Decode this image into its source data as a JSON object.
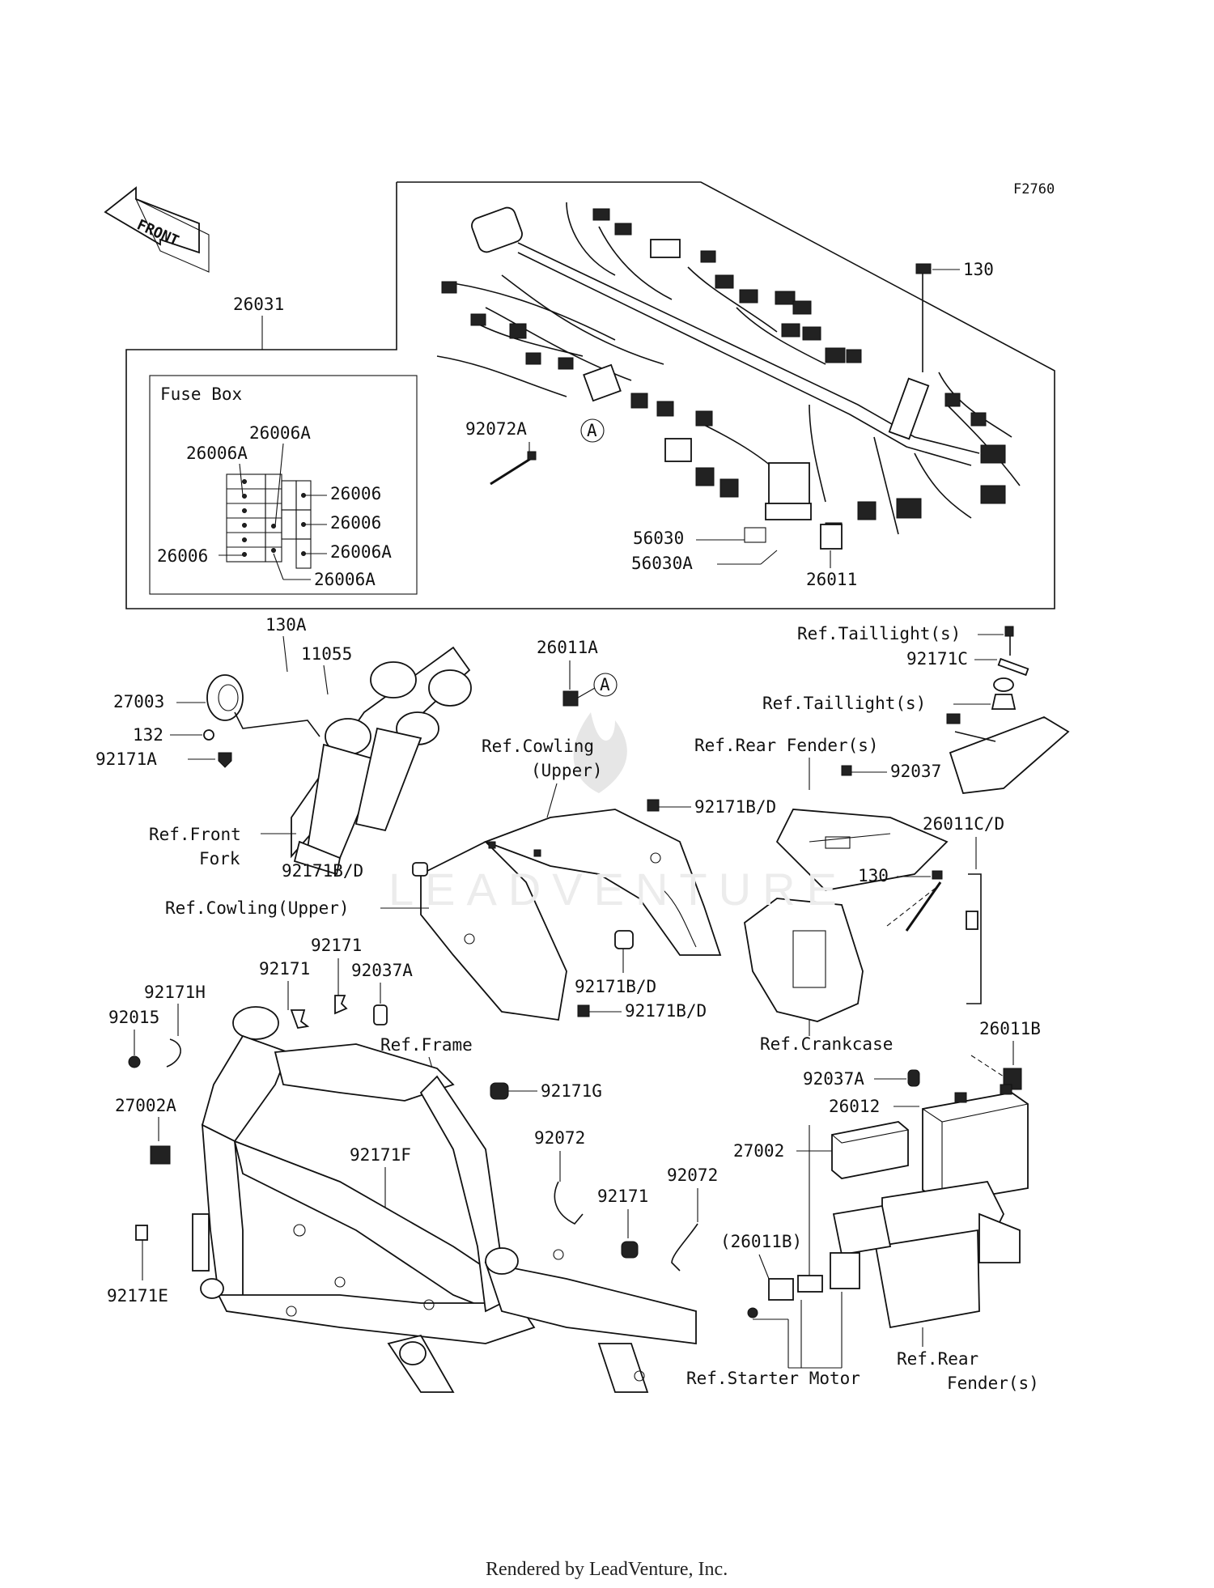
{
  "figure_code": "F2760",
  "front_arrow_label": "FRONT",
  "fuse_box_title": "Fuse Box",
  "watermark": "LEADVENTURE",
  "footer": "Rendered by LeadVenture, Inc.",
  "labels": {
    "p26031": "26031",
    "p130_top": "130",
    "p92072A": "92072A",
    "callout_a": "A",
    "p56030": "56030",
    "p56030A": "56030A",
    "p26011": "26011",
    "fb_26006A_a": "26006A",
    "fb_26006A_b": "26006A",
    "fb_26006_r1": "26006",
    "fb_26006_r2": "26006",
    "fb_26006A_r3": "26006A",
    "fb_26006_l": "26006",
    "fb_26006A_bottom": "26006A",
    "p130A": "130A",
    "p11055": "11055",
    "p27003": "27003",
    "p132": "132",
    "p92171A": "92171A",
    "ref_front_fork_1": "Ref.Front",
    "ref_front_fork_2": "Fork",
    "p26011A": "26011A",
    "callout_a2": "A",
    "ref_cowling_upper_1": "Ref.Cowling",
    "ref_cowling_upper_2": "(Upper)",
    "p92171BD_1": "92171B/D",
    "p92171BD_2": "92171B/D",
    "ref_cowling_upper_side": "Ref.Cowling(Upper)",
    "p92171BD_3": "92171B/D",
    "p92171BD_4": "92171B/D",
    "ref_taillight_1": "Ref.Taillight(s)",
    "p92171C": "92171C",
    "ref_taillight_2": "Ref.Taillight(s)",
    "ref_rear_fender_top": "Ref.Rear Fender(s)",
    "p92037": "92037",
    "p26011CD": "26011C/D",
    "p130_mid": "130",
    "ref_crankcase": "Ref.Crankcase",
    "p92171_a": "92171",
    "p92171_b": "92171",
    "p92037A_left": "92037A",
    "p92171H": "92171H",
    "p92015": "92015",
    "ref_frame": "Ref.Frame",
    "p92171G": "92171G",
    "p27002A": "27002A",
    "p92171F": "92171F",
    "p92072_a": "92072",
    "p92072_b": "92072",
    "p92171_c": "92171",
    "p92171E": "92171E",
    "p26011B": "26011B",
    "p92037A_right": "92037A",
    "p26012": "26012",
    "p27002": "27002",
    "p26011B_paren": "(26011B)",
    "ref_starter_motor": "Ref.Starter Motor",
    "ref_rear_fender_1": "Ref.Rear",
    "ref_rear_fender_2": "Fender(s)"
  }
}
